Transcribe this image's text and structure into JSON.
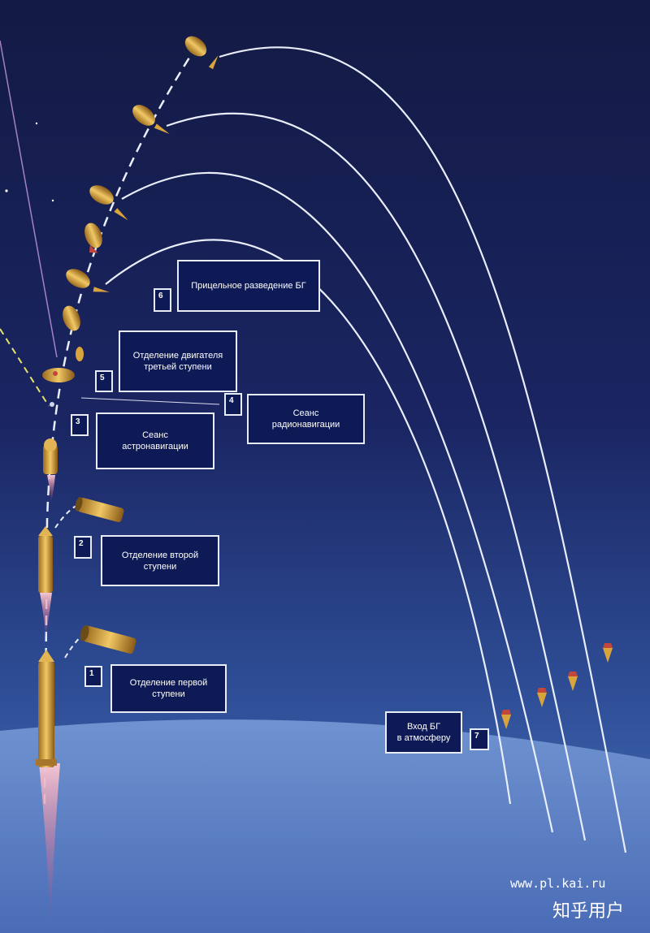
{
  "steps": [
    {
      "number": "1",
      "text": "Отделение первой ступени"
    },
    {
      "number": "2",
      "text": "Отделение второй ступени"
    },
    {
      "number": "3",
      "text": "Сеанс\nастронавигации"
    },
    {
      "number": "4",
      "text": "Сеанс\nрадионавигации"
    },
    {
      "number": "5",
      "text": "Отделение двигателя\nтретьей ступени"
    },
    {
      "number": "6",
      "text": "Прицельное разведение БГ"
    },
    {
      "number": "7",
      "text": "Вход БГ\nв атмосферу"
    }
  ],
  "watermark": {
    "site": "www.pl.kai.ru",
    "source": "知乎用户"
  },
  "colors": {
    "sky_top": "#141a45",
    "sky_bottom": "#3d6bb5",
    "earth": "#5a7fc4",
    "box_fill": "#0e1a55",
    "trajectory": "#e9eefa",
    "rocket_body": "#d9a43c",
    "flame": "#d2557a"
  }
}
